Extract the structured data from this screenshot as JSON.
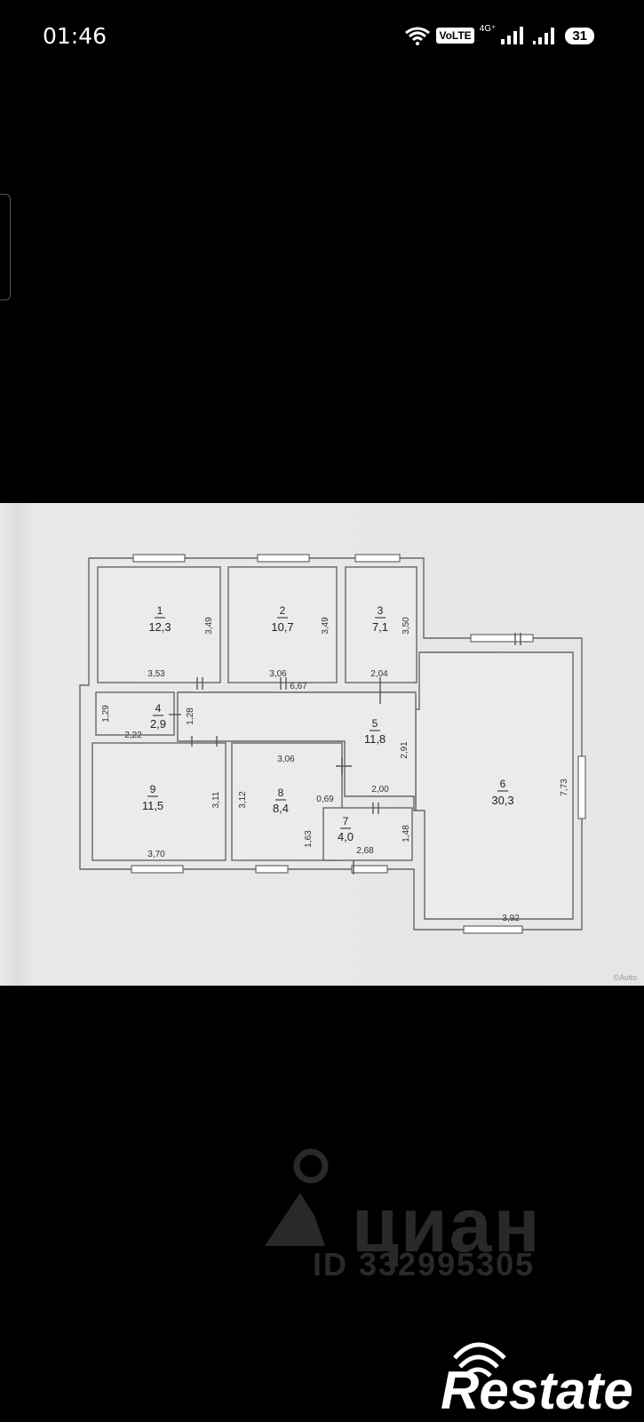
{
  "status": {
    "time": "01:46",
    "volte": "VoLTE",
    "network_type": "4G⁺",
    "battery": "31"
  },
  "floor_plan": {
    "rooms": [
      {
        "number": "1",
        "area": "12,3"
      },
      {
        "number": "2",
        "area": "10,7"
      },
      {
        "number": "3",
        "area": "7,1"
      },
      {
        "number": "4",
        "area": "2,9"
      },
      {
        "number": "5",
        "area": "11,8"
      },
      {
        "number": "6",
        "area": "30,3"
      },
      {
        "number": "7",
        "area": "4,0"
      },
      {
        "number": "8",
        "area": "8,4"
      },
      {
        "number": "9",
        "area": "11,5"
      }
    ],
    "dimensions": [
      "3,49",
      "3,53",
      "3,49",
      "3,06",
      "3,50",
      "2,04",
      "6,67",
      "1,29",
      "2,22",
      "1,28",
      "2,91",
      "3,06",
      "0,69",
      "2,00",
      "7,73",
      "3,11",
      "3,70",
      "3,12",
      "1,63",
      "1,48",
      "2,68",
      "3,92"
    ],
    "source_mark": "©Avito"
  },
  "watermarks": {
    "cian_word": "циан",
    "cian_id": "ID 332995305",
    "restate": "Restate"
  }
}
